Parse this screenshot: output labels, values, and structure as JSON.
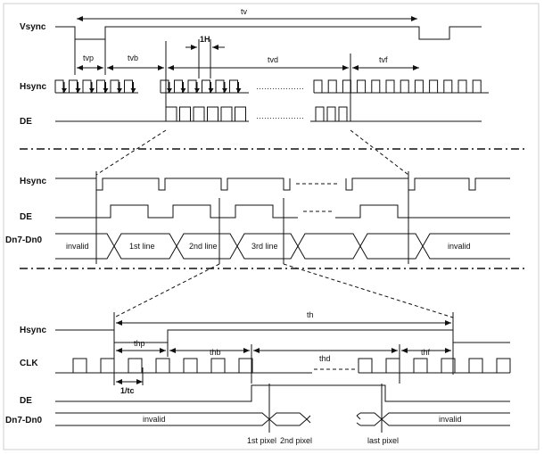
{
  "panel1": {
    "signals": {
      "vsync": "Vsync",
      "hsync": "Hsync",
      "de": "DE"
    },
    "intervals": {
      "tv": "tv",
      "tvp": "tvp",
      "tvb": "tvb",
      "one_h": "1H",
      "tvd": "tvd",
      "tvf": "tvf"
    }
  },
  "panel2": {
    "signals": {
      "hsync": "Hsync",
      "de": "DE",
      "data": "Dn7-Dn0"
    },
    "data_fields": [
      "invalid",
      "1st line",
      "2nd line",
      "3rd line",
      "invalid"
    ]
  },
  "panel3": {
    "signals": {
      "hsync": "Hsync",
      "clk": "CLK",
      "de": "DE",
      "data": "Dn7-Dn0"
    },
    "intervals": {
      "th": "th",
      "thp": "thp",
      "thb": "thb",
      "thd": "thd",
      "thf": "thf",
      "one_tc": "1/tc"
    },
    "data_fields": [
      "invalid",
      "invalid"
    ],
    "pixel_labels": [
      "1st pixel",
      "2nd pixel",
      "last pixel"
    ]
  }
}
